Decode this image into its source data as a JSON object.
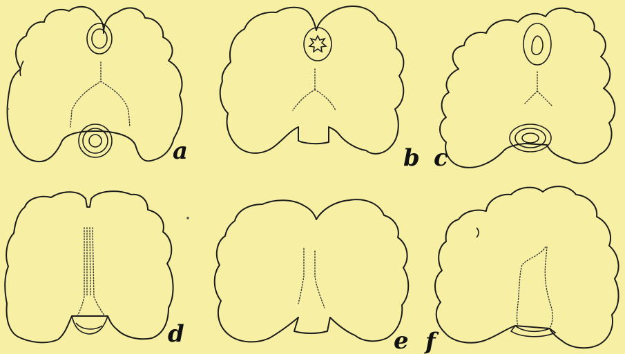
{
  "figure": {
    "background_color": "#f7f0a4",
    "ink_color": "#1a1a1a",
    "panels": [
      {
        "id": "a",
        "label": "a"
      },
      {
        "id": "b",
        "label": "b"
      },
      {
        "id": "c",
        "label": "c"
      },
      {
        "id": "d",
        "label": "d"
      },
      {
        "id": "e",
        "label": "e"
      },
      {
        "id": "f",
        "label": "f"
      }
    ]
  }
}
